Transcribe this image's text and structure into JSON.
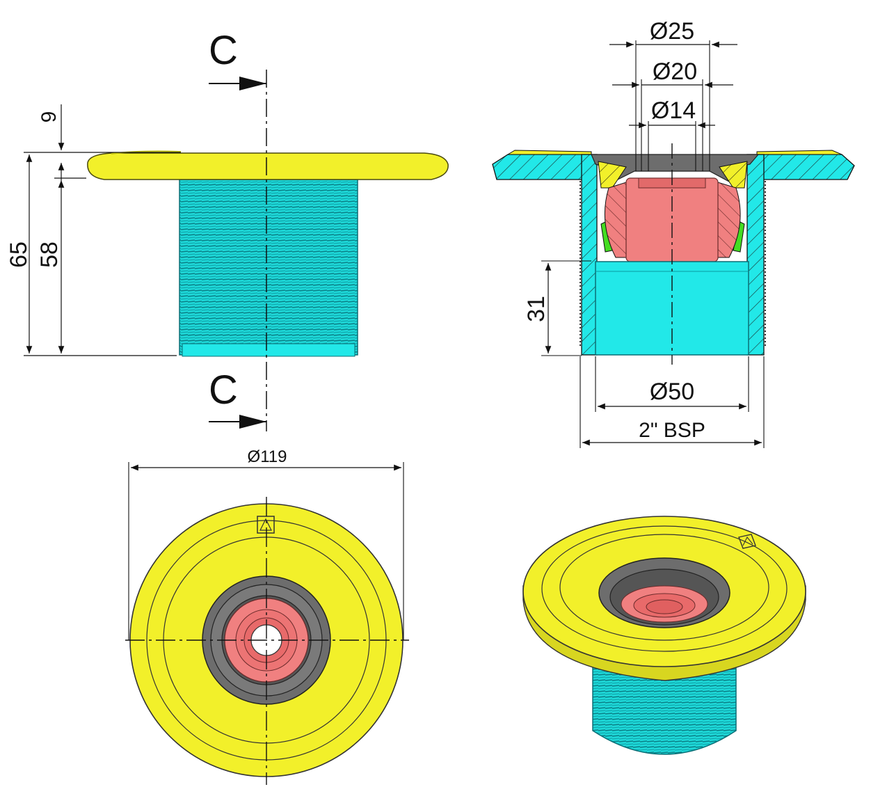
{
  "section": {
    "top_label": "C",
    "bottom_label": "C"
  },
  "front_view": {
    "dim_9": "9",
    "dim_65": "65",
    "dim_58": "58"
  },
  "section_view": {
    "dia_25": "Ø25",
    "dia_20": "Ø20",
    "dia_14": "Ø14",
    "dim_31": "31",
    "dia_50": "Ø50",
    "thread": "2\" BSP"
  },
  "top_view": {
    "dia_119": "Ø119"
  },
  "colors": {
    "flange": "#f2f02a",
    "body": "#1ee0e0",
    "nozzle": "#f08080",
    "seat": "#6d6d6d",
    "seal": "#44dd22"
  }
}
